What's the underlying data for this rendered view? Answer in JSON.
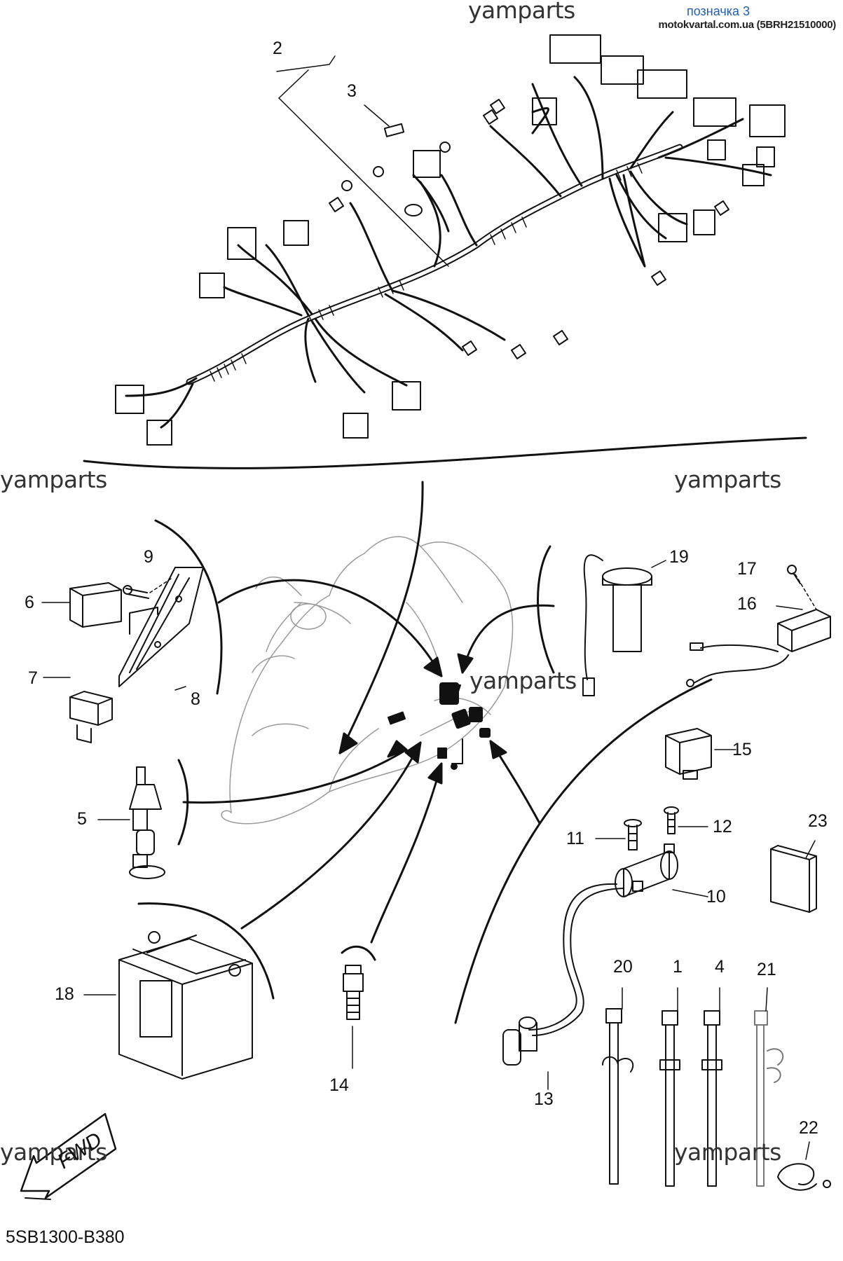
{
  "header": {
    "link_text": "позначка 3",
    "site_text": "motokvartal.com.ua (5BRH21510000)"
  },
  "watermarks": [
    "yamparts",
    "yamparts",
    "yamparts",
    "yamparts",
    "yamparts",
    "yamparts"
  ],
  "diagram_code": "5SB1300-B380",
  "fwd_label": "FWD",
  "callouts": [
    "1",
    "2",
    "3",
    "4",
    "5",
    "6",
    "7",
    "8",
    "9",
    "10",
    "11",
    "12",
    "13",
    "14",
    "15",
    "16",
    "17",
    "18",
    "19",
    "20",
    "21",
    "22",
    "23"
  ],
  "colors": {
    "ink": "#111111",
    "link": "#1f5fb5",
    "watermark": "#333333",
    "outline": "#999999"
  }
}
